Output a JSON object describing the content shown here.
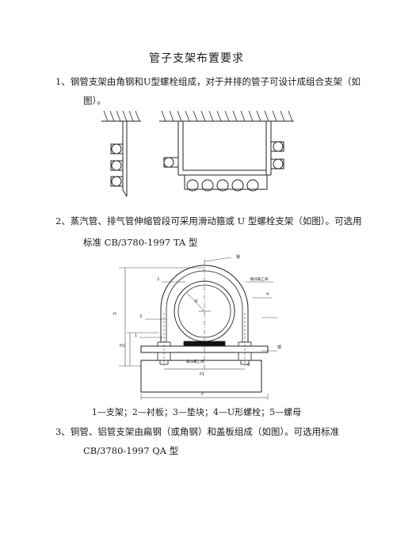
{
  "title": "管子支架布置要求",
  "items": [
    {
      "line1": "1、钢管支架由角钢和U型螺栓组成，对于并排的管子可设计成组合支架（如",
      "line2": "图）。"
    },
    {
      "line1": "2、蒸汽管、排气管伸缩管段可采用滑动箍或 U 型螺栓支架（如图）。可选用",
      "line2": "标准 CB/3780-1997 TA 型"
    },
    {
      "line1": "3、铜管、铝管支架由扁钢（或角钢）和盖板组成（如图）。可选用标准",
      "line2": "CB/3780-1997 QA 型"
    }
  ],
  "figure2": {
    "caption": "1—支架；2—衬板；3—垫块；4—U形螺栓；5—螺母",
    "labels": {
      "steel_top": "钢",
      "steel_right": "钢",
      "poly_upper": "聚四氟乙烯",
      "poly_lower": "聚四氟乙烯",
      "n1": "1",
      "n2": "2",
      "n3": "3",
      "n4": "4",
      "dim_H": "H",
      "dim_H1": "H1",
      "dim_P1": "P1",
      "dim_P": "P",
      "dim_d": "d",
      "dim_R": "R"
    }
  }
}
